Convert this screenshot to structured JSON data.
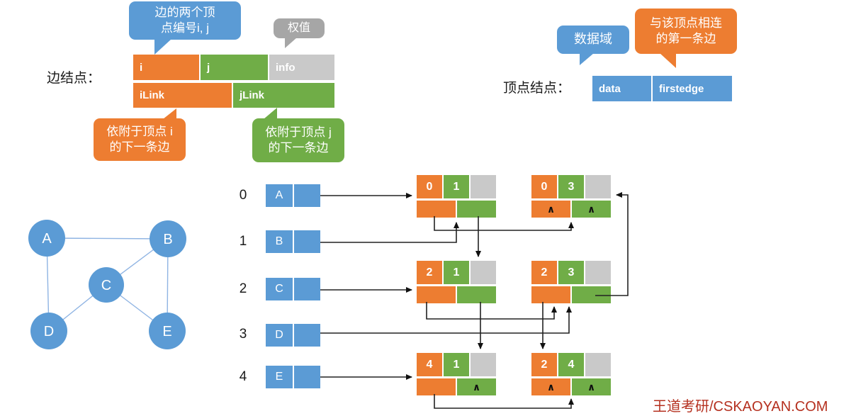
{
  "labels": {
    "edge_node": "边结点：",
    "vertex_node": "顶点结点："
  },
  "callouts": {
    "edge_vertices": {
      "line1": "边的两个顶",
      "line2": "点编号i, j"
    },
    "weight": {
      "line1": "权值"
    },
    "ilink_note": {
      "line1": "依附于顶点 i",
      "line2": "的下一条边"
    },
    "jlink_note": {
      "line1": "依附于顶点 j",
      "line2": "的下一条边"
    },
    "data_field": {
      "line1": "数据域"
    },
    "firstedge_note": {
      "line1": "与该顶点相连",
      "line2": "的第一条边"
    }
  },
  "edge_template": {
    "i": "i",
    "j": "j",
    "info": "info",
    "ilink": "iLink",
    "jlink": "jLink"
  },
  "vertex_template": {
    "data": "data",
    "firstedge": "firstedge"
  },
  "graph": {
    "nodes": [
      {
        "label": "A"
      },
      {
        "label": "B"
      },
      {
        "label": "C"
      },
      {
        "label": "D"
      },
      {
        "label": "E"
      }
    ],
    "edges": [
      "A-B",
      "A-D",
      "B-C",
      "B-E",
      "C-D",
      "C-E"
    ]
  },
  "vertices": [
    {
      "index": "0",
      "label": "A"
    },
    {
      "index": "1",
      "label": "B"
    },
    {
      "index": "2",
      "label": "C"
    },
    {
      "index": "3",
      "label": "D"
    },
    {
      "index": "4",
      "label": "E"
    }
  ],
  "edges": [
    {
      "i": "0",
      "j": "1",
      "ilink": "",
      "jlink": ""
    },
    {
      "i": "0",
      "j": "3",
      "ilink": "∧",
      "jlink": "∧"
    },
    {
      "i": "2",
      "j": "1",
      "ilink": "",
      "jlink": ""
    },
    {
      "i": "2",
      "j": "3",
      "ilink": "",
      "jlink": ""
    },
    {
      "i": "4",
      "j": "1",
      "ilink": "",
      "jlink": "∧"
    },
    {
      "i": "2",
      "j": "4",
      "ilink": "∧",
      "jlink": "∧"
    }
  ],
  "arrows": [
    "A.firstedge→(0,1)",
    "B.firstedge→(0,1)",
    "C.firstedge→(2,1)",
    "D.firstedge→(2,3)",
    "E.firstedge→(4,1)",
    "(0,1).iLink→(0,3)",
    "(0,1).jLink→(2,1)",
    "(2,1).iLink→(2,3)",
    "(2,1).jLink→(4,1)",
    "(2,3).iLink→(2,4)",
    "(2,3).jLink→(0,3)",
    "(4,1).iLink→(2,4)"
  ],
  "colors": {
    "blue": "#5B9BD5",
    "orange": "#ED7D31",
    "green": "#70AD47",
    "gray_bubble": "#A6A6A6",
    "info_gray": "#C9C9C9",
    "graph_edge": "#8FB4E3",
    "watermark": "#B5301F"
  },
  "watermark": "王道考研/CSKAOYAN.COM"
}
